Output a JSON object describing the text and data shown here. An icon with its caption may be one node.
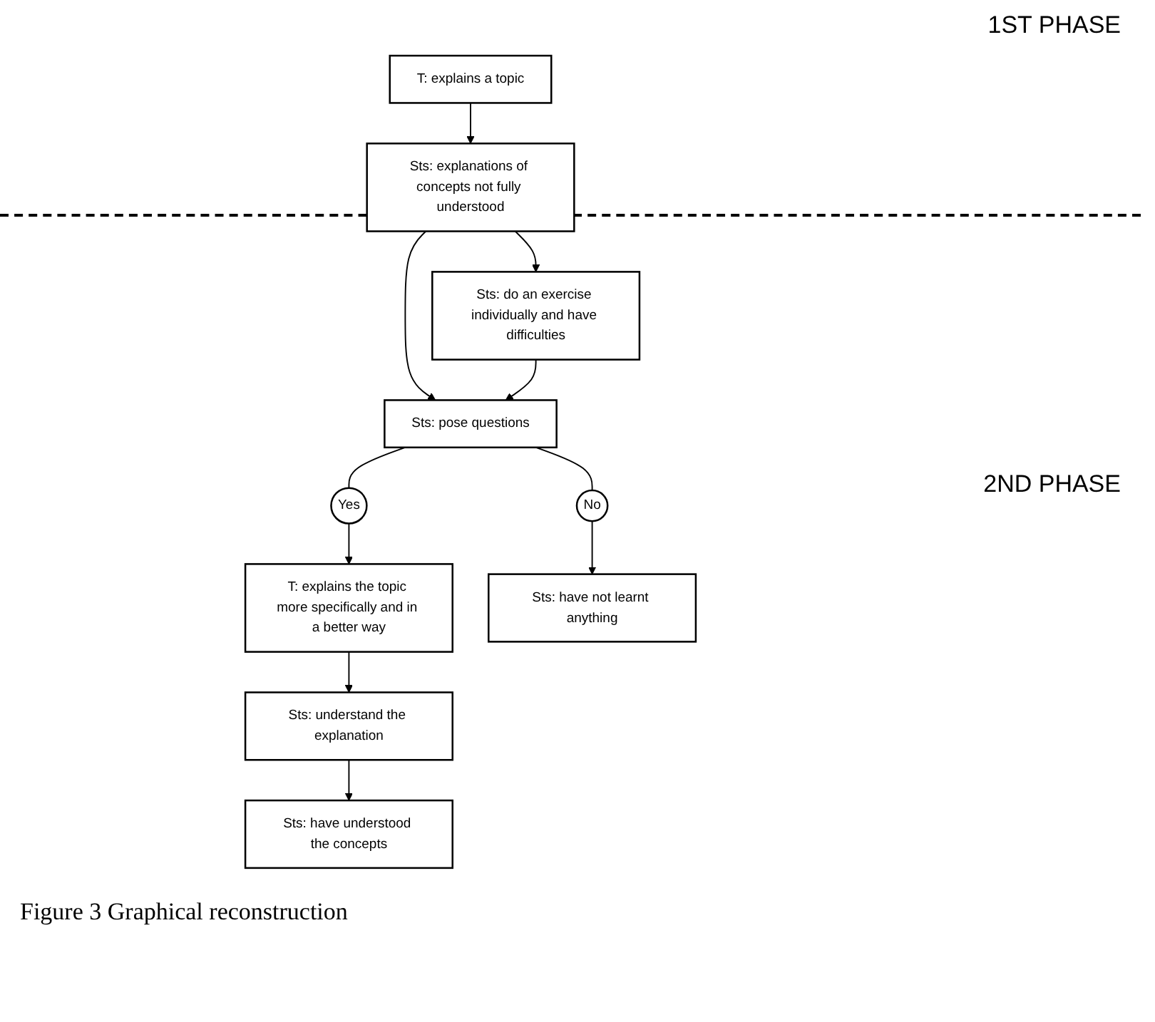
{
  "diagram": {
    "caption": "Figure 3 Graphical reconstruction",
    "nodes": [
      {
        "text": [
          "T: explains a topic"
        ]
      },
      {
        "text": [
          "Sts: explanations of concepts not fully understood"
        ]
      },
      {
        "text": [
          "Sts: do an exercise individually and have difficulties"
        ]
      },
      {
        "text": [
          "Sts: pose questions"
        ]
      },
      {
        "text": [
          "Yes"
        ]
      },
      {
        "text": [
          "No"
        ]
      },
      {
        "text": [
          "T: explains the topic more specifically and in a better way"
        ]
      },
      {
        "text": [
          "Sts: understand the explanation"
        ]
      },
      {
        "text": [
          "Sts: have not learnt anything"
        ]
      },
      {
        "text": [
          "Sts: have understood the concepts"
        ]
      }
    ],
    "edges": [
      {
        "from": 0,
        "to": 1,
        "arrow": "to"
      },
      {
        "from": 1,
        "to": 2,
        "arrow": "to"
      },
      {
        "from": 1,
        "to": 3,
        "arrow": "to"
      },
      {
        "from": 2,
        "to": 3,
        "arrow": "to"
      },
      {
        "from": 3,
        "to": 4,
        "arrow": "none"
      },
      {
        "from": 3,
        "to": 5,
        "arrow": "none"
      },
      {
        "from": 4,
        "to": 6,
        "arrow": "to"
      },
      {
        "from": 5,
        "to": 8,
        "arrow": "to"
      },
      {
        "from": 6,
        "to": 7,
        "arrow": "to"
      },
      {
        "from": 7,
        "to": 9,
        "arrow": "to"
      }
    ],
    "labels": [
      "1ST PHASE",
      "2ND PHASE"
    ]
  }
}
